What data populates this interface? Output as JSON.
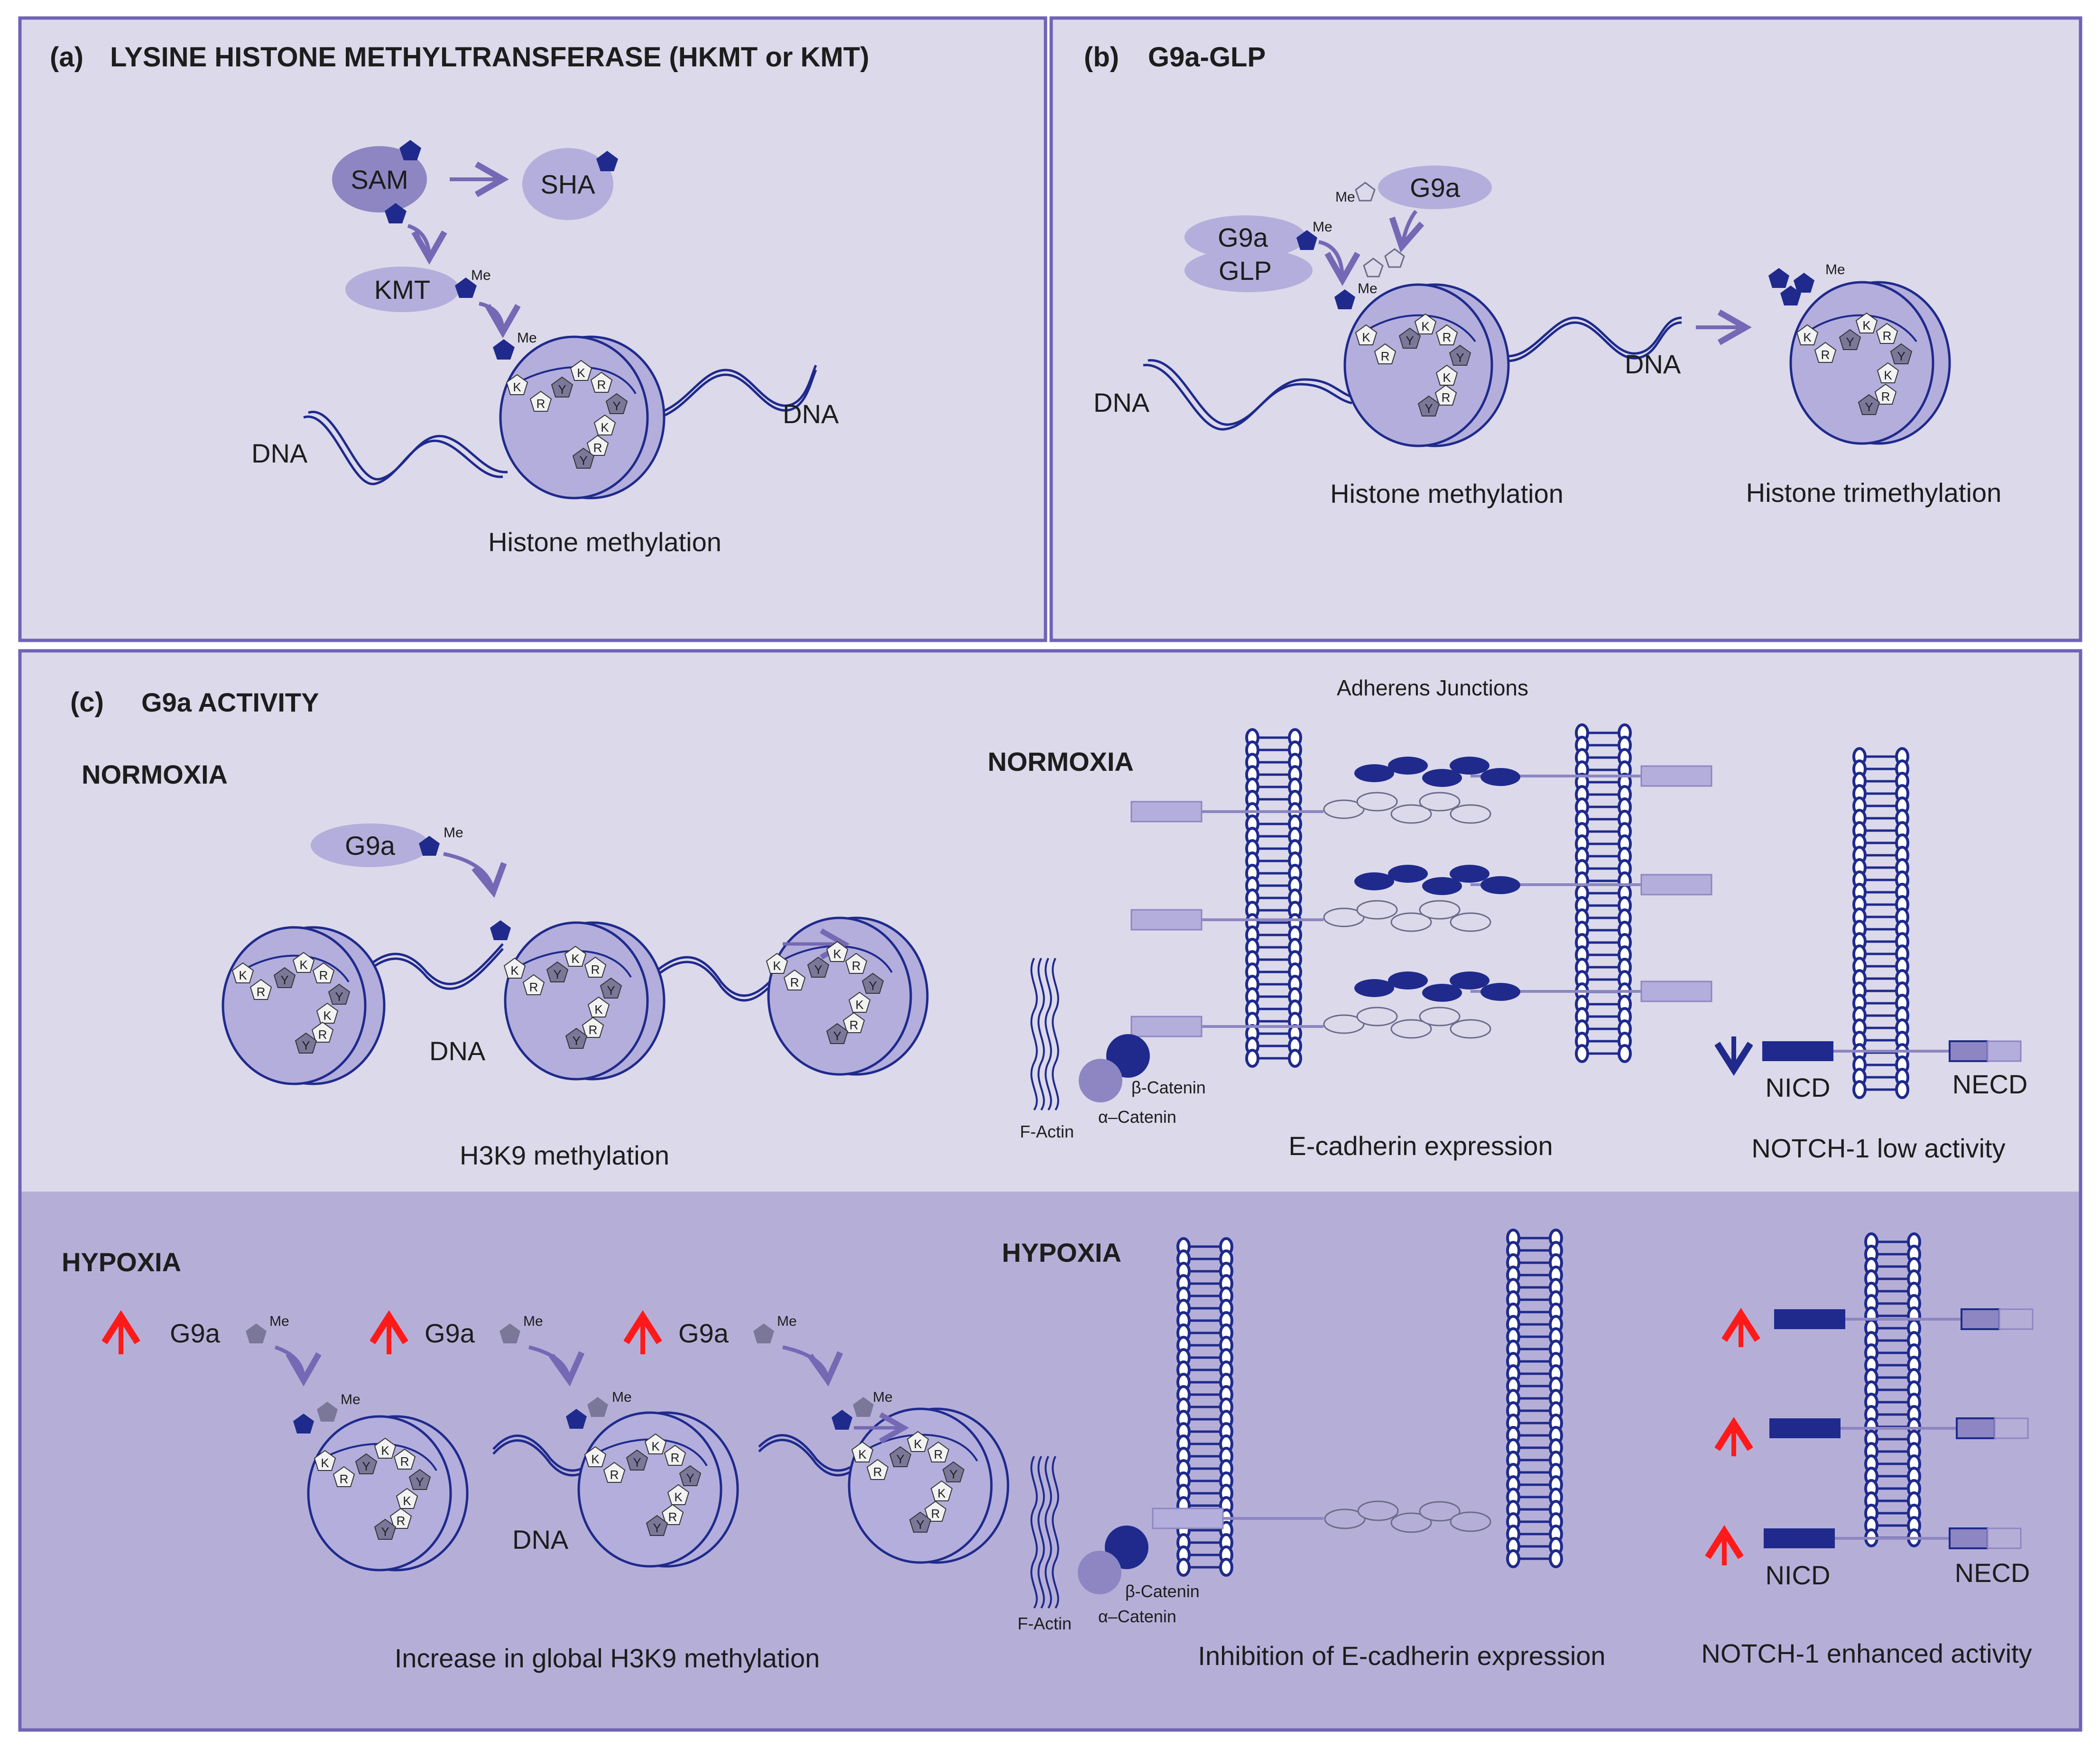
{
  "colors": {
    "panel_light": "#dcd9ea",
    "panel_dark": "#b5afd8",
    "border": "#6f63b5",
    "navy": "#1f2a8c",
    "lilac": "#b3aedb",
    "lilac_dark": "#8d86c2",
    "arrow": "#7569b5",
    "red": "#ff1a1a",
    "grey_pent": "#7b7799"
  },
  "panel_a": {
    "label": "(a)",
    "title": "LYSINE HISTONE METHYLTRANSFERASE (HKMT or KMT)",
    "sam": "SAM",
    "sha": "SHA",
    "kmt": "KMT",
    "me": "Me",
    "dna": "DNA",
    "caption": "Histone methylation"
  },
  "panel_b": {
    "label": "(b)",
    "title": "G9a-GLP",
    "g9a": "G9a",
    "glp": "GLP",
    "me": "Me",
    "dna": "DNA",
    "caption_left": "Histone methylation",
    "caption_right": "Histone trimethylation"
  },
  "panel_c": {
    "label": "(c)",
    "title": "G9a ACTIVITY",
    "normoxia": "NORMOXIA",
    "hypoxia": "HYPOXIA",
    "adherens": "Adherens Junctions",
    "g9a": "G9a",
    "me": "Me",
    "dna": "DNA",
    "f_actin": "F-Actin",
    "beta_catenin": "β-Catenin",
    "alpha_catenin": "α–Catenin",
    "nicd": "NICD",
    "necd": "NECD",
    "cap_h3k9": "H3K9 methylation",
    "cap_ecad": "E-cadherin expression",
    "cap_notch_low": "NOTCH-1 low activity",
    "cap_h3k9_global": "Increase in global H3K9 methylation",
    "cap_ecad_inhib": "Inhibition of E-cadherin expression",
    "cap_notch_high": "NOTCH-1 enhanced activity"
  },
  "residues": [
    "K",
    "R",
    "Y"
  ]
}
